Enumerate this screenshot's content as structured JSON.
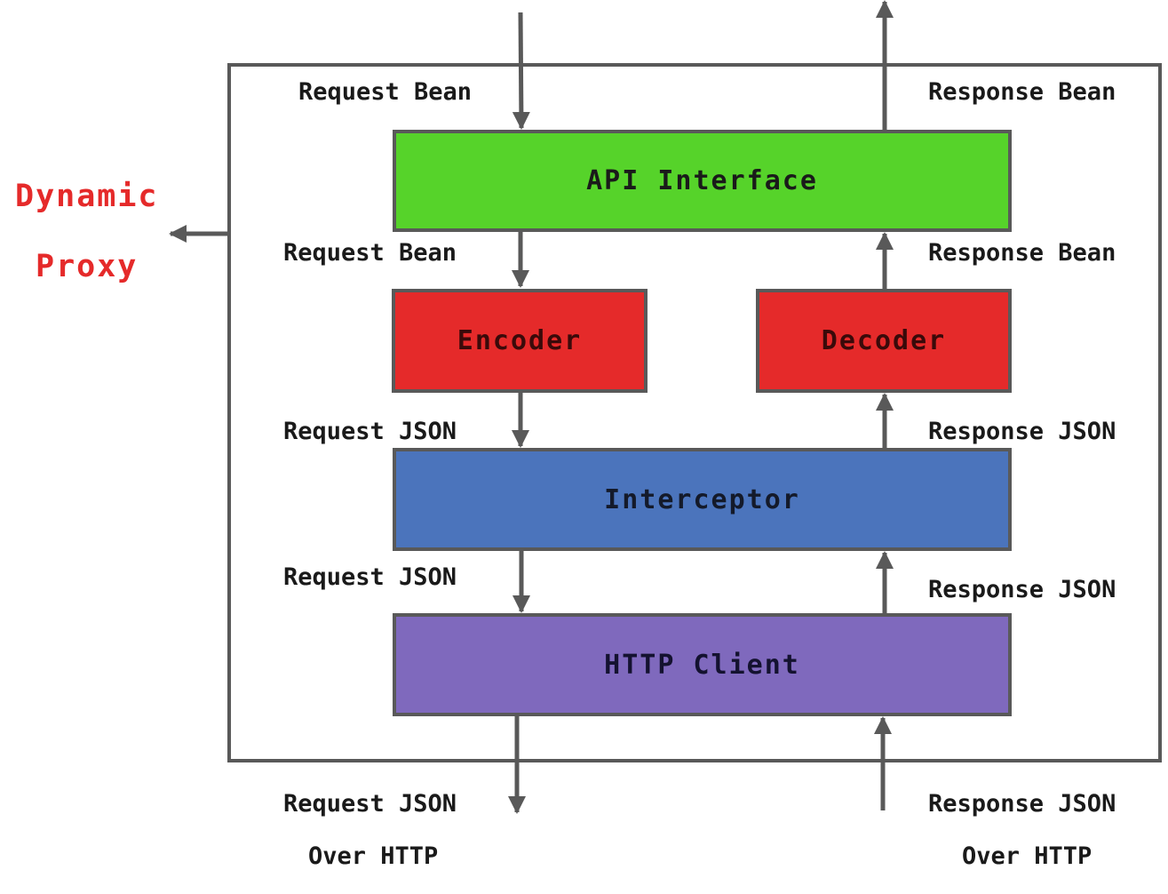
{
  "diagram": {
    "blocks": {
      "api_interface": "API Interface",
      "encoder": "Encoder",
      "decoder": "Decoder",
      "interceptor": "Interceptor",
      "http_client": "HTTP Client"
    },
    "left_labels": {
      "request_bean_top": "Request Bean",
      "request_bean_mid": "Request Bean",
      "request_json_1": "Request JSON",
      "request_json_2": "Request JSON",
      "request_json_3": "Request JSON",
      "over_http": "Over HTTP"
    },
    "right_labels": {
      "response_bean_top": "Response Bean",
      "response_bean_mid": "Response Bean",
      "response_json_1": "Response JSON",
      "response_json_2": "Response JSON",
      "response_json_3": "Response JSON",
      "over_http": "Over HTTP"
    },
    "proxy": {
      "line1": "Dynamic",
      "line2": "Proxy"
    },
    "colors": {
      "api_interface": "#56d32a",
      "encoder_decoder": "#e52a2a",
      "interceptor": "#4b74bc",
      "http_client": "#7f69bd",
      "proxy_text": "#e52a2a",
      "lines": "#595959"
    }
  }
}
